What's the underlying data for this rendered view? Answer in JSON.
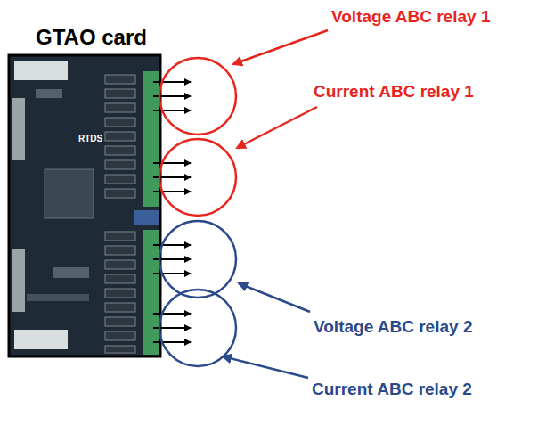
{
  "diagram": {
    "title": "GTAO card",
    "labels": [
      "Voltage ABC relay 1",
      "Current ABC relay 1",
      "Voltage ABC relay 2",
      "Current ABC relay 2",
      "RTDS"
    ]
  }
}
